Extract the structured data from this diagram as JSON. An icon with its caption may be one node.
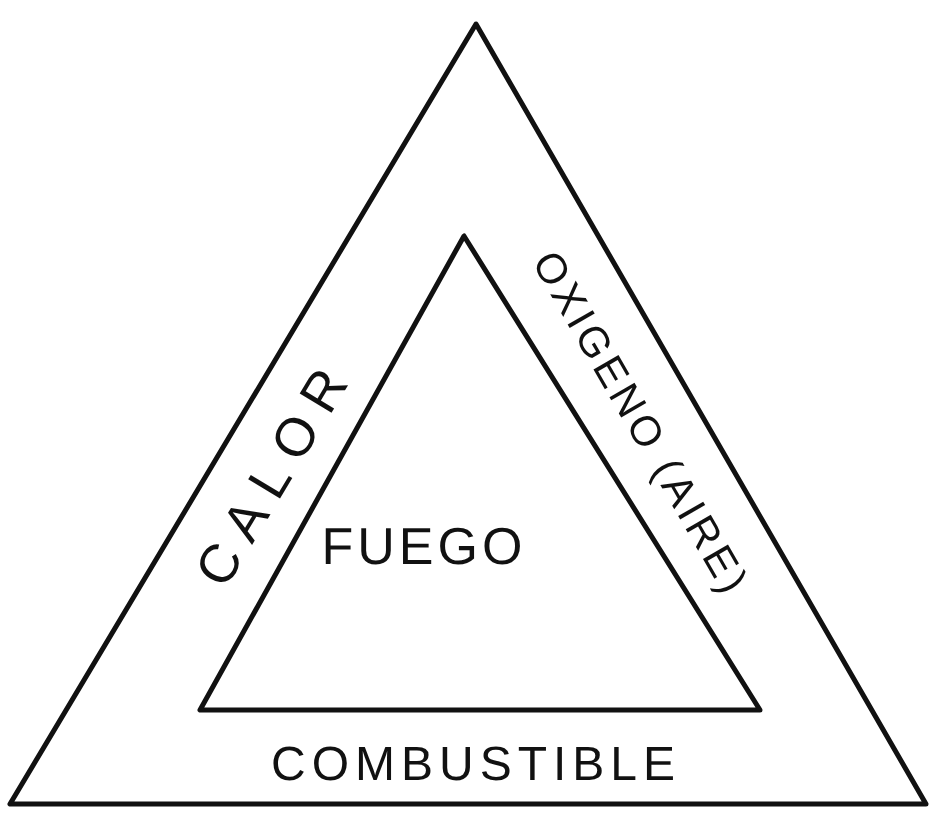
{
  "diagram": {
    "nodes": [
      {
        "text": [
          "CALOR",
          "OXIGENO (AIRE)",
          "COMBUSTIBLE"
        ]
      },
      {
        "text": [
          "FUEGO"
        ],
        "in": 0
      }
    ]
  }
}
